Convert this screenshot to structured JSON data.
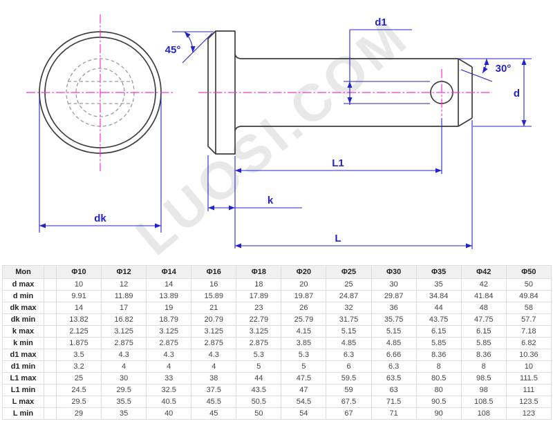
{
  "watermark": "LUOSI.COM",
  "drawing": {
    "labels": {
      "head_chamfer_angle": "45°",
      "end_chamfer_angle": "30°",
      "hole_diameter": "d1",
      "shank_diameter": "d",
      "hole_position": "L1",
      "head_thickness": "k",
      "total_length": "L",
      "head_diameter": "dk"
    },
    "colors": {
      "dimension": "#2323cc",
      "outline": "#3d3d3d",
      "hidden": "#9a9a9a",
      "centerline": "#ff2fd0",
      "watermark": "#e8e8e8"
    }
  },
  "table": {
    "corner_label": "Mon",
    "columns": [
      "Φ10",
      "Φ12",
      "Φ14",
      "Φ16",
      "Φ18",
      "Φ20",
      "Φ25",
      "Φ30",
      "Φ35",
      "Φ42",
      "Φ50"
    ],
    "rows": [
      {
        "label": "d max",
        "values": [
          "10",
          "12",
          "14",
          "16",
          "18",
          "20",
          "25",
          "30",
          "35",
          "42",
          "50"
        ]
      },
      {
        "label": "d min",
        "values": [
          "9.91",
          "11.89",
          "13.89",
          "15.89",
          "17.89",
          "19.87",
          "24.87",
          "29.87",
          "34.84",
          "41.84",
          "49.84"
        ]
      },
      {
        "label": "dk max",
        "values": [
          "14",
          "17",
          "19",
          "21",
          "23",
          "26",
          "32",
          "36",
          "44",
          "48",
          "58"
        ]
      },
      {
        "label": "dk min",
        "values": [
          "13.82",
          "16.82",
          "18.79",
          "20.79",
          "22.79",
          "25.79",
          "31.75",
          "35.75",
          "43.75",
          "47.75",
          "57.7"
        ]
      },
      {
        "label": "k max",
        "values": [
          "2.125",
          "3.125",
          "3.125",
          "3.125",
          "3.125",
          "4.15",
          "5.15",
          "5.15",
          "6.15",
          "6.15",
          "7.18"
        ]
      },
      {
        "label": "k min",
        "values": [
          "1.875",
          "2.875",
          "2.875",
          "2.875",
          "2.875",
          "3.85",
          "4.85",
          "4.85",
          "5.85",
          "5.85",
          "6.82"
        ]
      },
      {
        "label": "d1 max",
        "values": [
          "3.5",
          "4.3",
          "4.3",
          "4.3",
          "5.3",
          "5.3",
          "6.3",
          "6.66",
          "8.36",
          "8.36",
          "10.36"
        ]
      },
      {
        "label": "d1 min",
        "values": [
          "3.2",
          "4",
          "4",
          "4",
          "5",
          "5",
          "6",
          "6.3",
          "8",
          "8",
          "10"
        ]
      },
      {
        "label": "L1 max",
        "values": [
          "25",
          "30",
          "33",
          "38",
          "44",
          "47.5",
          "59.5",
          "63.5",
          "80.5",
          "98.5",
          "111.5"
        ]
      },
      {
        "label": "L1 min",
        "values": [
          "24.5",
          "29.5",
          "32.5",
          "37.5",
          "43.5",
          "47",
          "59",
          "63",
          "80",
          "98",
          "111"
        ]
      },
      {
        "label": "L max",
        "values": [
          "29.5",
          "35.5",
          "40.5",
          "45.5",
          "50.5",
          "54.5",
          "67.5",
          "71.5",
          "90.5",
          "108.5",
          "123.5"
        ]
      },
      {
        "label": "L min",
        "values": [
          "29",
          "35",
          "40",
          "45",
          "50",
          "54",
          "67",
          "71",
          "90",
          "108",
          "123"
        ]
      }
    ]
  }
}
